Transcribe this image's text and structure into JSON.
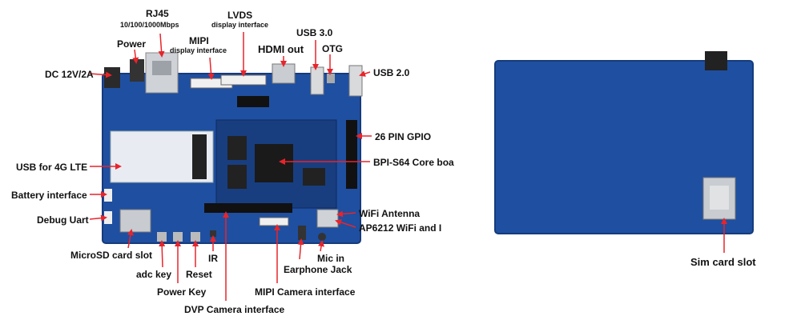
{
  "front_labels": {
    "dc": "DC 12V/2A",
    "power": "Power",
    "rj45": "RJ45",
    "rj45_speed": "10/100/1000Mbps",
    "mipi_display": "MIPI",
    "mipi_display_sub": "display interface",
    "lvds": "LVDS",
    "lvds_sub": "display interface",
    "hdmi": "HDMI out",
    "usb3": "USB 3.0",
    "otg": "OTG",
    "usb2": "USB 2.0",
    "gpio": "26 PIN GPIO",
    "usb_4g": "USB for 4G LTE",
    "core_board": "BPI-S64 Core boa",
    "battery": "Battery interface",
    "debug_uart": "Debug Uart",
    "wifi_antenna": "WiFi Antenna",
    "ap6212": "AP6212 WiFi and I",
    "microsd": "MicroSD card slot",
    "ir": "IR",
    "mic": "Mic in",
    "adc_key": "adc key",
    "reset": "Reset",
    "earphone": "Earphone Jack",
    "power_key": "Power Key",
    "mipi_camera": "MIPI Camera interface",
    "dvp_camera": "DVP Camera interface"
  },
  "back_labels": {
    "sim": "Sim card slot"
  },
  "colors": {
    "pcb": "#1f4fa0",
    "pcb_dark": "#163b7c",
    "arrow": "#e8242b",
    "label": "#111111"
  }
}
